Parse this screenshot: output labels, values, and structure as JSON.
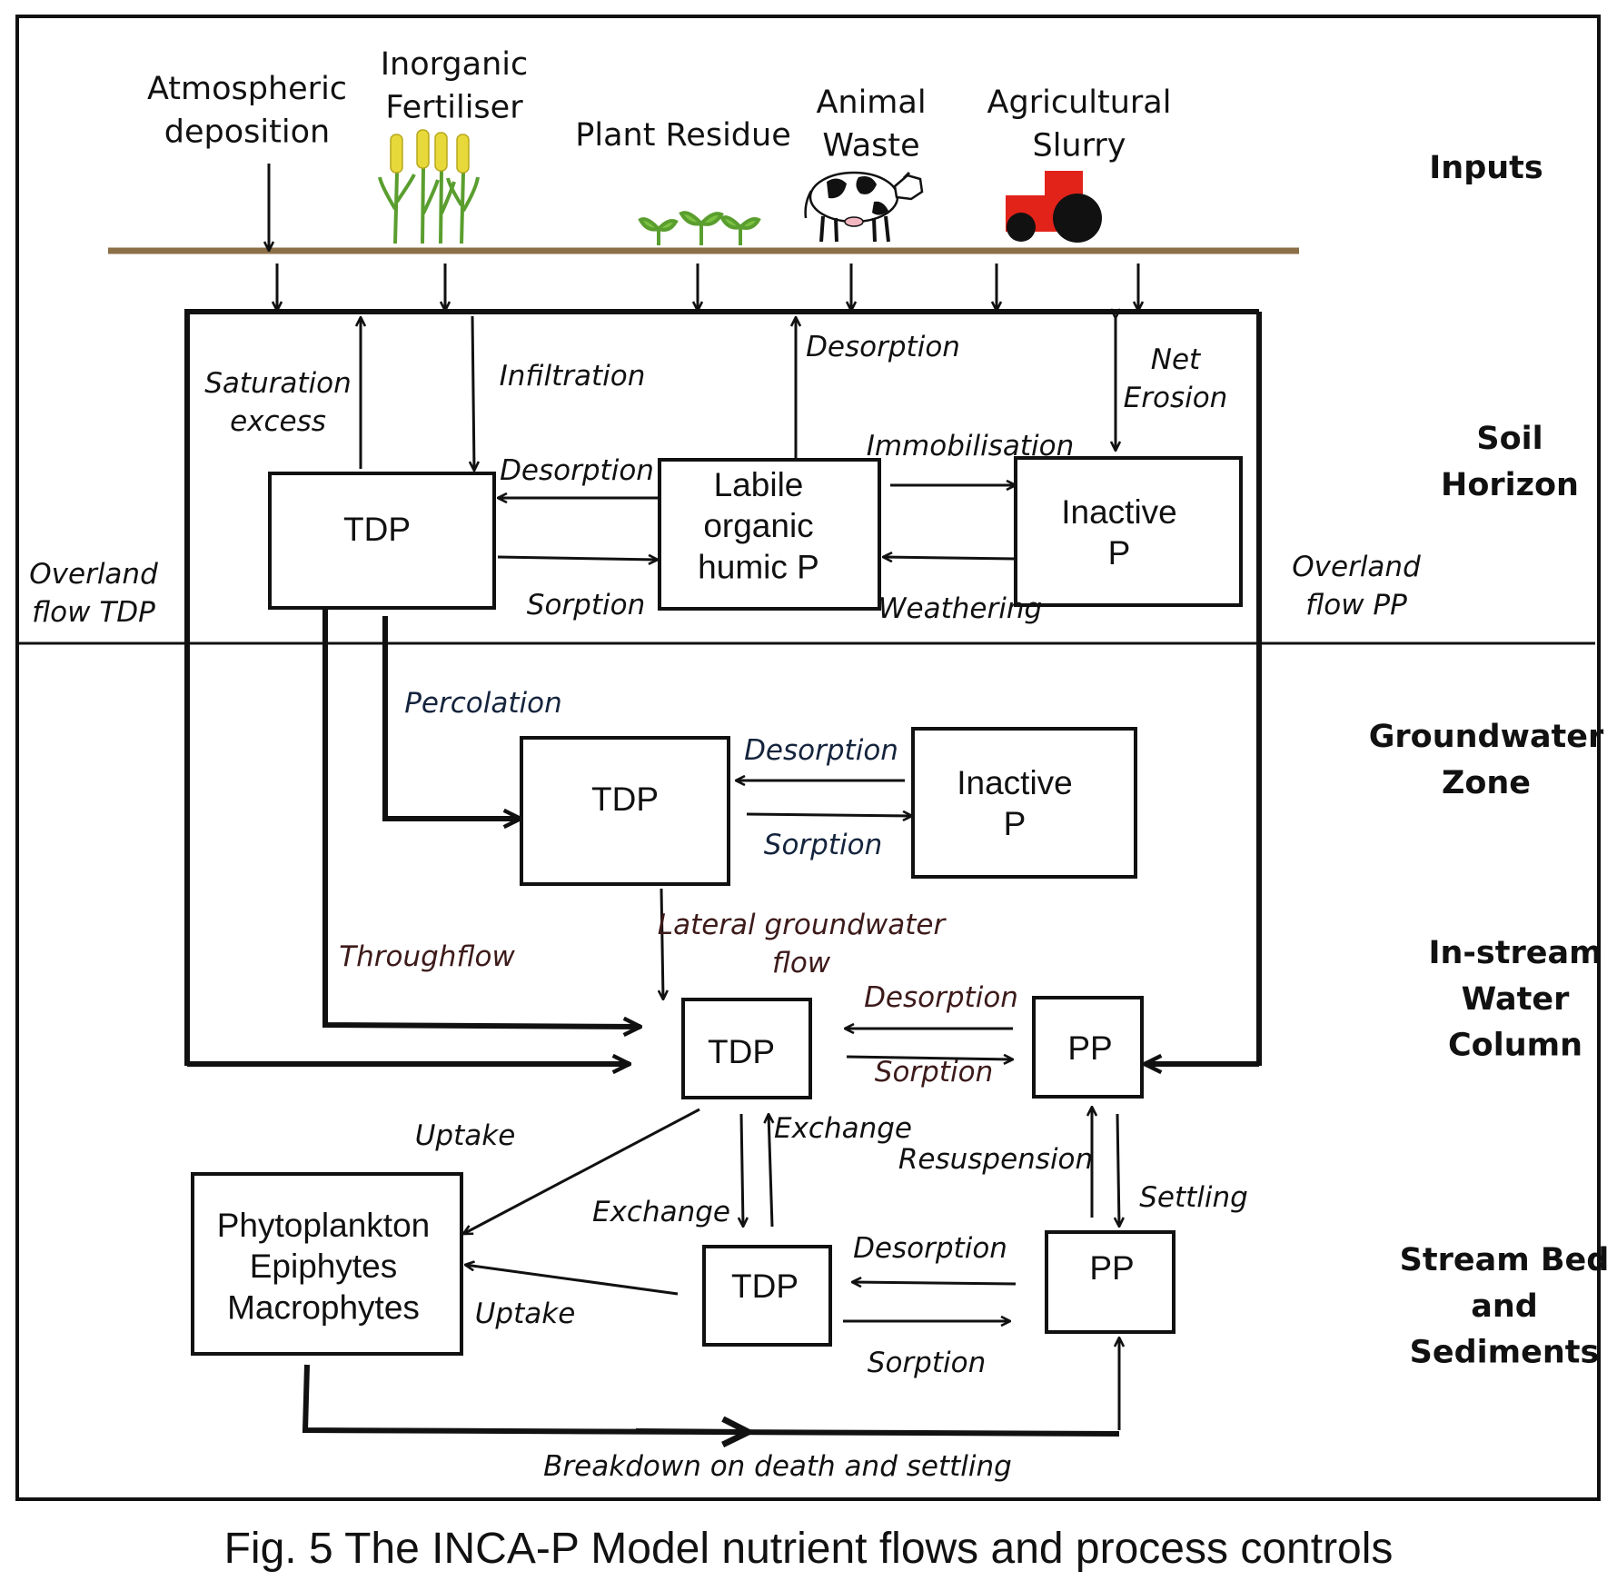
{
  "caption": "Fig. 5 The INCA-P Model nutrient flows and process controls",
  "inputs": {
    "atmospheric": [
      "Atmospheric",
      "deposition"
    ],
    "fertiliser": [
      "Inorganic",
      "Fertiliser"
    ],
    "plant_residue": [
      "Plant Residue"
    ],
    "animal_waste": [
      "Animal",
      "Waste"
    ],
    "slurry": [
      "Agricultural",
      "Slurry"
    ]
  },
  "zones": {
    "inputs": [
      "Inputs"
    ],
    "soil": [
      "Soil",
      "Horizon"
    ],
    "groundwater": [
      "Groundwater",
      "Zone"
    ],
    "instream": [
      "In-stream",
      "Water",
      "Column"
    ],
    "streambed": [
      "Stream Bed",
      "and",
      "Sediments"
    ]
  },
  "boxes": {
    "soil_tdp": [
      "TDP"
    ],
    "labile": [
      "Labile",
      "organic",
      "humic P"
    ],
    "soil_inactive": [
      "Inactive",
      "P"
    ],
    "gw_tdp": [
      "TDP"
    ],
    "gw_inactive": [
      "Inactive",
      "P"
    ],
    "ws_tdp": [
      "TDP"
    ],
    "ws_pp": [
      "PP"
    ],
    "bed_tdp": [
      "TDP"
    ],
    "bed_pp": [
      "PP"
    ],
    "biota": [
      "Phytoplankton",
      "Epiphytes",
      "Macrophytes"
    ]
  },
  "flows": {
    "saturation": [
      "Saturation",
      "excess"
    ],
    "infiltration": [
      "Infiltration"
    ],
    "desorption_top": [
      "Desorption"
    ],
    "net_erosion": [
      "Net",
      "Erosion"
    ],
    "immobilisation": [
      "Immobilisation"
    ],
    "soil_desorption": [
      "Desorption"
    ],
    "soil_sorption": [
      "Sorption"
    ],
    "weathering": [
      "Weathering"
    ],
    "overland_tdp": [
      "Overland",
      "flow TDP"
    ],
    "overland_pp": [
      "Overland",
      "flow PP"
    ],
    "percolation": [
      "Percolation"
    ],
    "gw_desorption": [
      "Desorption"
    ],
    "gw_sorption": [
      "Sorption"
    ],
    "throughflow": [
      "Throughflow"
    ],
    "lateral": [
      "Lateral groundwater",
      "flow"
    ],
    "ws_desorption": [
      "Desorption"
    ],
    "ws_sorption": [
      "Sorption"
    ],
    "uptake_top": [
      "Uptake"
    ],
    "exchange_up": [
      "Exchange"
    ],
    "exchange_down": [
      "Exchange"
    ],
    "resuspension": [
      "Resuspension"
    ],
    "settling": [
      "Settling"
    ],
    "bed_desorption": [
      "Desorption"
    ],
    "bed_sorption": [
      "Sorption"
    ],
    "uptake_bottom": [
      "Uptake"
    ],
    "breakdown": [
      "Breakdown on death and settling"
    ]
  }
}
